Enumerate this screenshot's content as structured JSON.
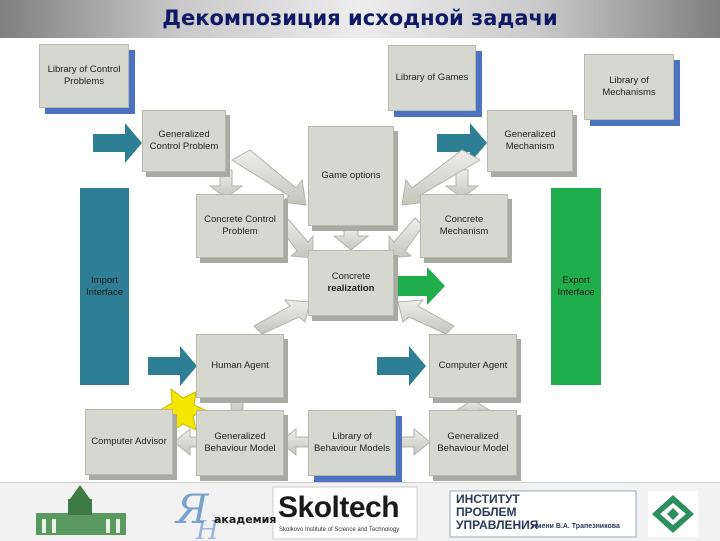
{
  "title": "Декомпозиция исходной задачи",
  "boxes": {
    "lib_control": "Library of Control Problems",
    "lib_games": "Library of Games",
    "lib_mechanisms": "Library of Mechanisms",
    "gen_control": "Generalized Control Problem",
    "gen_mechanism": "Generalized Mechanism",
    "game_options": "Game options",
    "concrete_control": "Concrete Control Problem",
    "concrete_mechanism": "Concrete Mechanism",
    "concrete_line1": "Concrete",
    "concrete_line2": "realization",
    "import_interface": "Import Interface",
    "export_interface": "Export Interface",
    "human_agent": "Human Agent",
    "computer_agent": "Computer Agent",
    "computer_advisor": "Computer Advisor",
    "gen_behaviour_left": "Generalized Behaviour Model",
    "lib_behaviour": "Library of Behaviour Models",
    "gen_behaviour_right": "Generalized Behaviour Model"
  },
  "footer": {
    "academy_word": "академия",
    "skoltech": "Skoltech",
    "skoltech_sub": "Skolkovo Institute of Science and Technology",
    "ipu_line1": "ИНСТИТУТ",
    "ipu_line2": "ПРОБЛЕМ",
    "ipu_line3": "УПРАВЛЕНИЯ",
    "ipu_named": "имени В.А. Трапезникова"
  },
  "colors": {
    "box_fill": "#d6d8cf",
    "library_shadow": "#4c73c0",
    "import_bar": "#2e7f93",
    "export_bar": "#1fae4b",
    "teal_arrow": "#2e7f93",
    "green_arrow": "#1fae4b",
    "yellow_arrow": "#f5e600",
    "title_color": "#0f1a66"
  }
}
